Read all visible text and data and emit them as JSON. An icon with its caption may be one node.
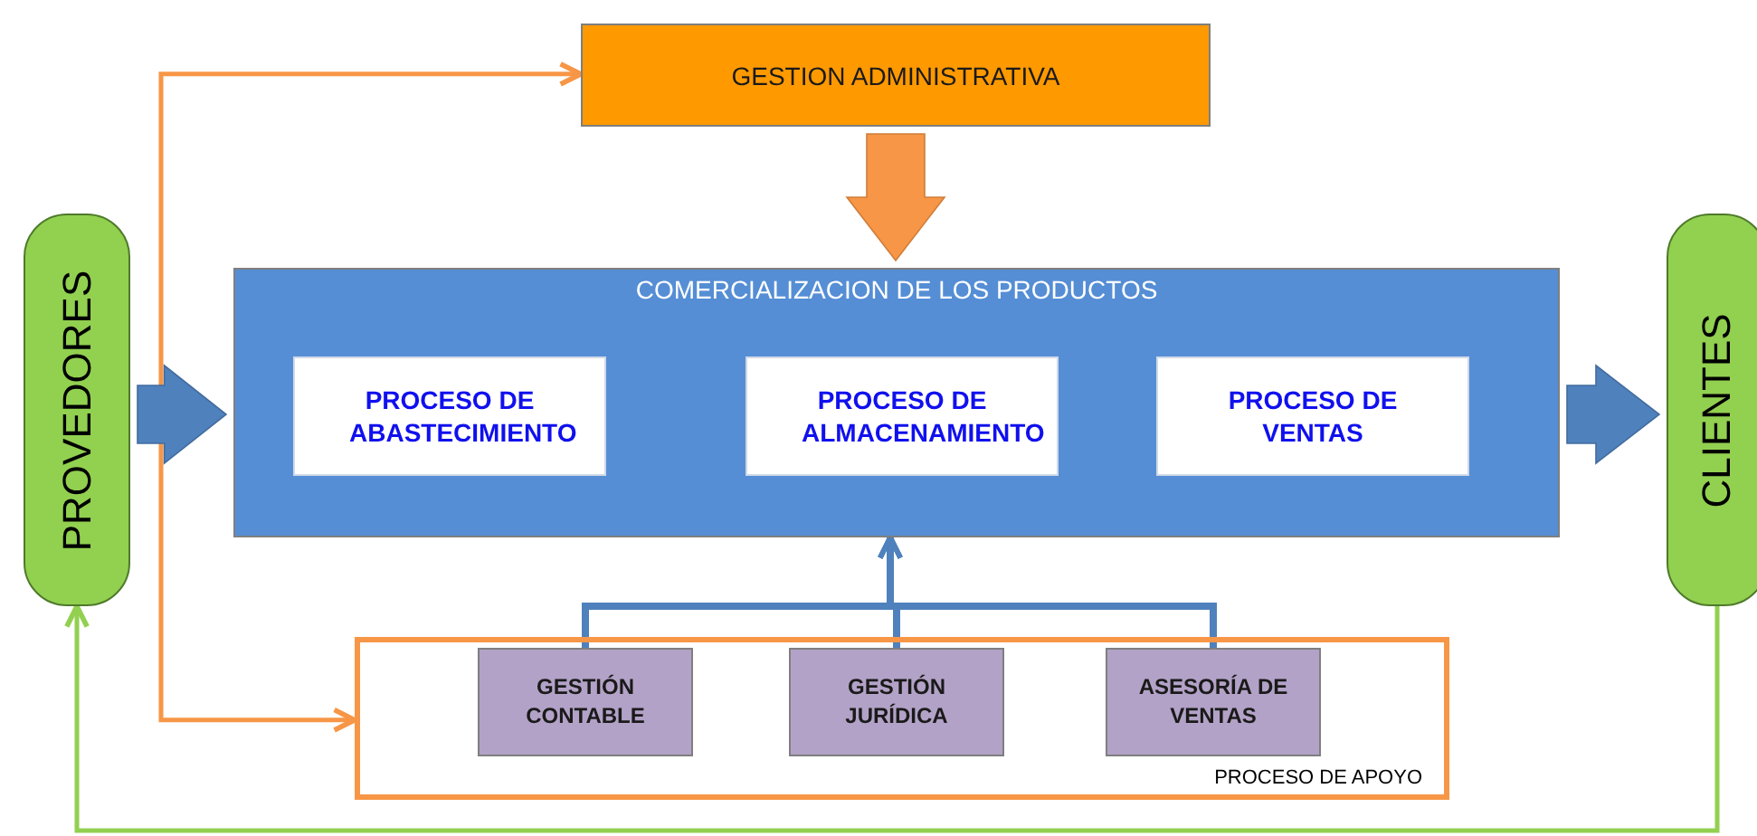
{
  "diagram": {
    "nodes": [
      {
        "text": [
          "GESTION ADMINISTRATIVA"
        ]
      },
      {
        "text": [
          "PROVEDORES"
        ]
      },
      {
        "text": [
          "COMERCIALIZACION DE LOS PRODUCTOS"
        ]
      },
      {
        "text": [
          "PROCESO DE ABASTECIMIENTO"
        ],
        "in": 2
      },
      {
        "text": [
          "PROCESO DE ALMACENAMIENTO"
        ],
        "in": 2
      },
      {
        "text": [
          "PROCESO DE VENTAS"
        ],
        "in": 2
      },
      {
        "text": [
          "CLIENTES"
        ]
      },
      {
        "text": [
          "PROCESO DE APOYO"
        ]
      },
      {
        "text": [
          "GESTIÓN CONTABLE"
        ],
        "in": 7
      },
      {
        "text": [
          "GESTIÓN JURÍDICA"
        ],
        "in": 7
      },
      {
        "text": [
          "ASESORÍA DE VENTAS"
        ],
        "in": 7
      }
    ],
    "edges": [
      {
        "from": 0,
        "to": 2,
        "arrow": "to",
        "style": "thick",
        "color": "#f79646"
      },
      {
        "from": 1,
        "to": 2,
        "arrow": "to",
        "style": "thick",
        "color": "#4f81bd"
      },
      {
        "from": 2,
        "to": 6,
        "arrow": "to",
        "style": "thick",
        "color": "#4f81bd"
      },
      {
        "from": 8,
        "to": 2,
        "arrow": "to",
        "color": "#4f81bd"
      },
      {
        "from": 9,
        "to": 2,
        "arrow": "to",
        "color": "#4f81bd"
      },
      {
        "from": 10,
        "to": 2,
        "arrow": "to",
        "color": "#4f81bd"
      },
      {
        "from": 7,
        "to": 0,
        "arrow": "both",
        "color": "#f79646"
      },
      {
        "from": 6,
        "to": 1,
        "arrow": "to",
        "color": "#92d050"
      }
    ]
  }
}
